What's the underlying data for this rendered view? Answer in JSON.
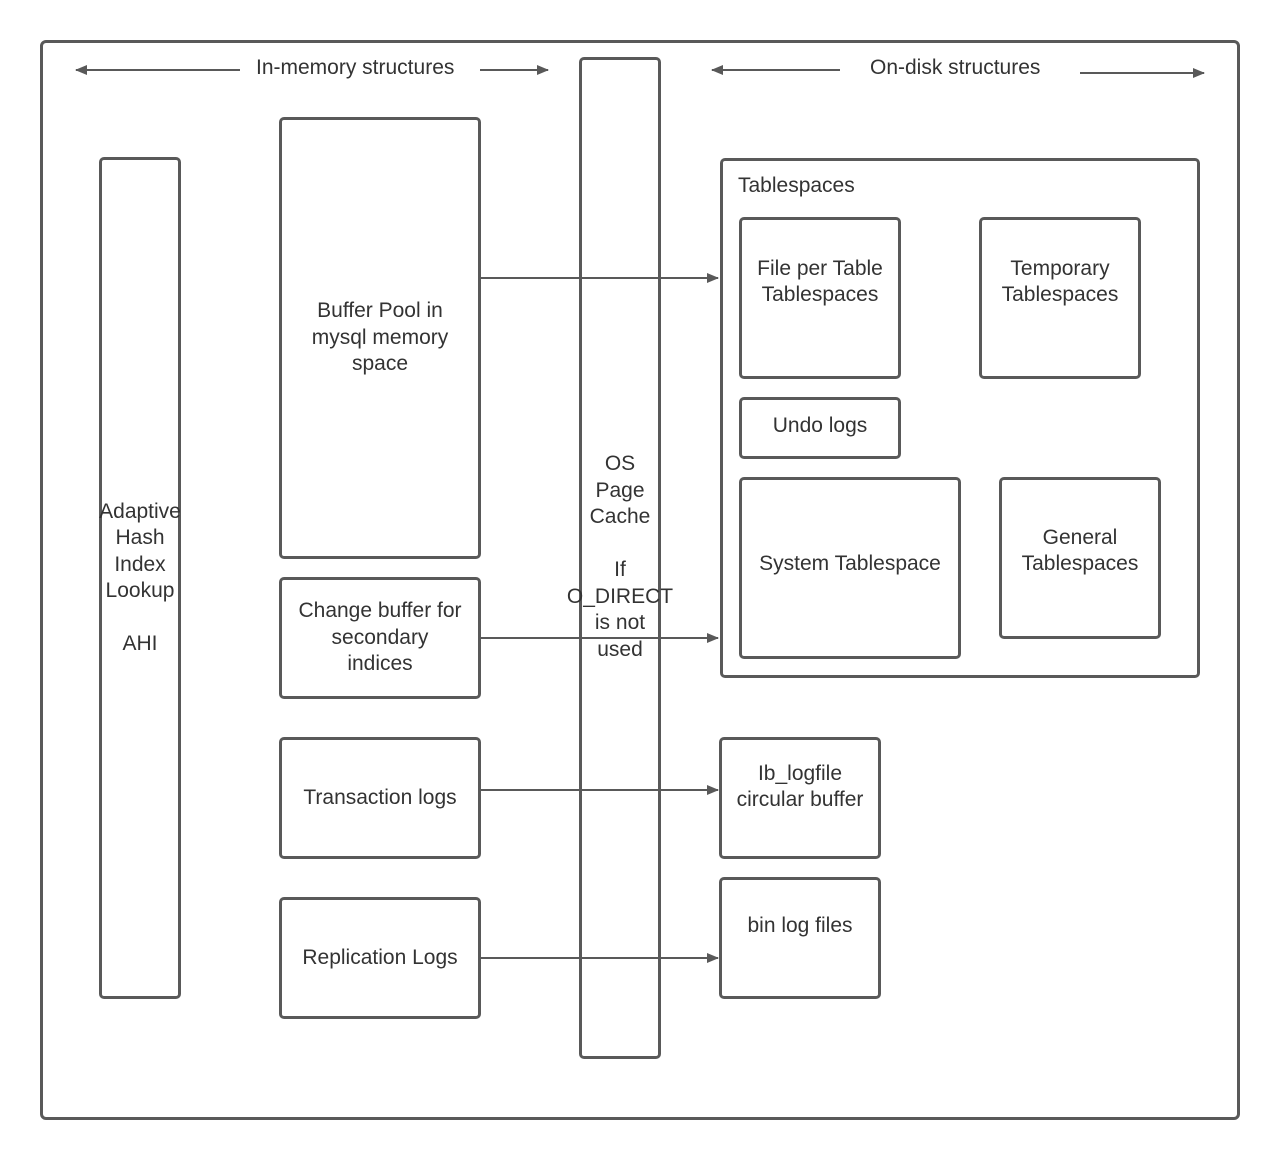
{
  "header": {
    "in_memory": "In-memory structures",
    "on_disk": "On-disk structures"
  },
  "boxes": {
    "ahi": "Adaptive\nHash\nIndex\nLookup\n\nAHI",
    "buffer_pool": "Buffer Pool in\nmysql memory\nspace",
    "change_buffer": "Change buffer for\nsecondary\nindices",
    "transaction_logs": "Transaction logs",
    "replication_logs": "Replication Logs",
    "os_cache": "OS\nPage\nCache\n\nIf\nO_DIRECT\nis not\nused",
    "tablespaces_title": "Tablespaces",
    "file_per_table": "File per Table\nTablespaces",
    "temporary": "Temporary\nTablespaces",
    "undo_logs": "Undo logs",
    "system": "System Tablespace",
    "general": "General\nTablespaces",
    "ib_logfile": "Ib_logfile\ncircular buffer",
    "bin_log": "bin log files"
  },
  "colors": {
    "stroke": "#595959",
    "text": "#333333"
  }
}
